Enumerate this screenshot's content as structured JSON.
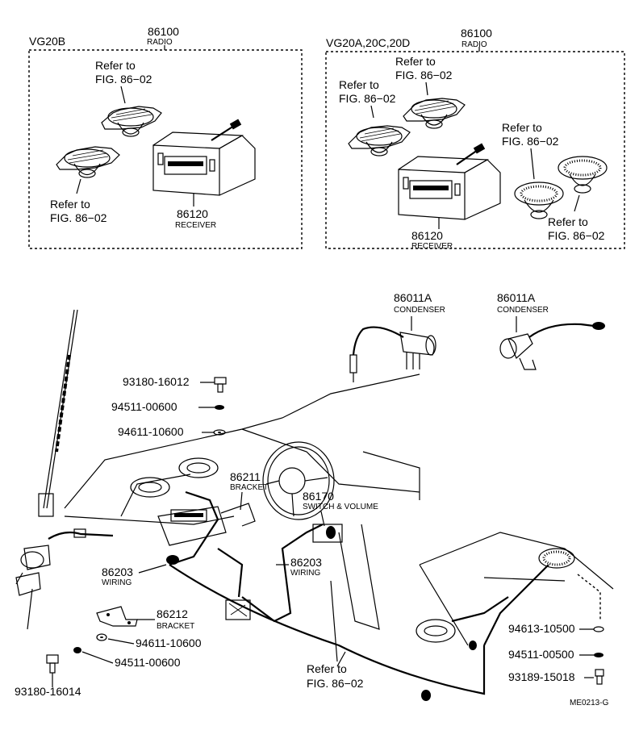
{
  "panels": {
    "left": {
      "variant": "VG20B",
      "radio_no": "86100",
      "radio_name": "RADIO",
      "ref_top_1": "Refer to",
      "ref_top_2": "FIG. 86−02",
      "ref_bot_1": "Refer to",
      "ref_bot_2": "FIG. 86−02",
      "receiver_no": "86120",
      "receiver_name": "RECEIVER"
    },
    "right": {
      "variant": "VG20A,20C,20D",
      "radio_no": "86100",
      "radio_name": "RADIO",
      "ref_a_1": "Refer to",
      "ref_a_2": "FIG. 86−02",
      "ref_b_1": "Refer to",
      "ref_b_2": "FIG. 86−02",
      "ref_c_1": "Refer to",
      "ref_c_2": "FIG. 86−02",
      "ref_d_1": "Refer to",
      "ref_d_2": "FIG. 86−02",
      "receiver_no": "86120",
      "receiver_name": "RECEIVER"
    }
  },
  "parts": {
    "cond1_no": "86011A",
    "cond1_name": "CONDENSER",
    "cond2_no": "86011A",
    "cond2_name": "CONDENSER",
    "p93180_16012": "93180-16012",
    "p94511_00600_a": "94511-00600",
    "p94611_10600_a": "94611-10600",
    "bracket_86211_no": "86211",
    "bracket_86211_name": "BRACKET",
    "switch_no": "86170",
    "switch_name": "SWITCH & VOLUME",
    "wiring1_no": "86203",
    "wiring1_name": "WIRING",
    "wiring2_no": "86203",
    "wiring2_name": "WIRING",
    "bracket_86212_no": "86212",
    "bracket_86212_name": "BRACKET",
    "p94611_10600_b": "94611-10600",
    "p94511_00600_b": "94511-00600",
    "p93180_16014": "93180-16014",
    "ref_bottom_1": "Refer to",
    "ref_bottom_2": "FIG. 86−02",
    "p94613_10500": "94613-10500",
    "p94511_00500": "94511-00500",
    "p93189_15018": "93189-15018",
    "drawing_code": "ME0213-G"
  }
}
